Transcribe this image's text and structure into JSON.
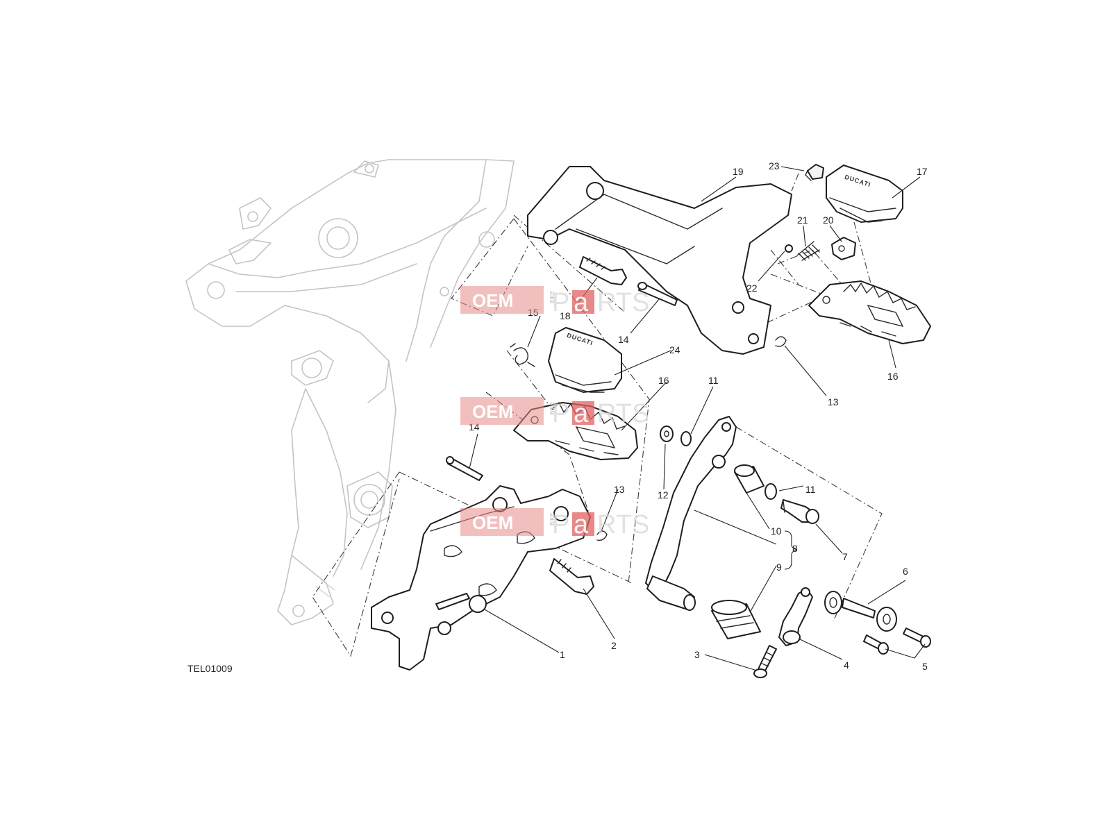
{
  "diagram": {
    "reference_code": "TEL01009",
    "brand_marking": "DUCATI",
    "callouts": [
      {
        "id": "c1",
        "label": "1"
      },
      {
        "id": "c2",
        "label": "2"
      },
      {
        "id": "c3",
        "label": "3"
      },
      {
        "id": "c4",
        "label": "4"
      },
      {
        "id": "c5",
        "label": "5"
      },
      {
        "id": "c6",
        "label": "6"
      },
      {
        "id": "c7",
        "label": "7"
      },
      {
        "id": "c8",
        "label": "8"
      },
      {
        "id": "c9",
        "label": "9"
      },
      {
        "id": "c10",
        "label": "10"
      },
      {
        "id": "c11a",
        "label": "11"
      },
      {
        "id": "c11b",
        "label": "11"
      },
      {
        "id": "c12",
        "label": "12"
      },
      {
        "id": "c13a",
        "label": "13"
      },
      {
        "id": "c13b",
        "label": "13"
      },
      {
        "id": "c14a",
        "label": "14"
      },
      {
        "id": "c14b",
        "label": "14"
      },
      {
        "id": "c15",
        "label": "15"
      },
      {
        "id": "c16a",
        "label": "16"
      },
      {
        "id": "c16b",
        "label": "16"
      },
      {
        "id": "c17",
        "label": "17"
      },
      {
        "id": "c18",
        "label": "18"
      },
      {
        "id": "c19",
        "label": "19"
      },
      {
        "id": "c20",
        "label": "20"
      },
      {
        "id": "c21",
        "label": "21"
      },
      {
        "id": "c22",
        "label": "22"
      },
      {
        "id": "c23",
        "label": "23"
      },
      {
        "id": "c24",
        "label": "24"
      }
    ]
  },
  "watermark": {
    "oem": "OEM",
    "bike": "BIKE",
    "p": "P",
    "a": "a",
    "rts": "RTS"
  }
}
